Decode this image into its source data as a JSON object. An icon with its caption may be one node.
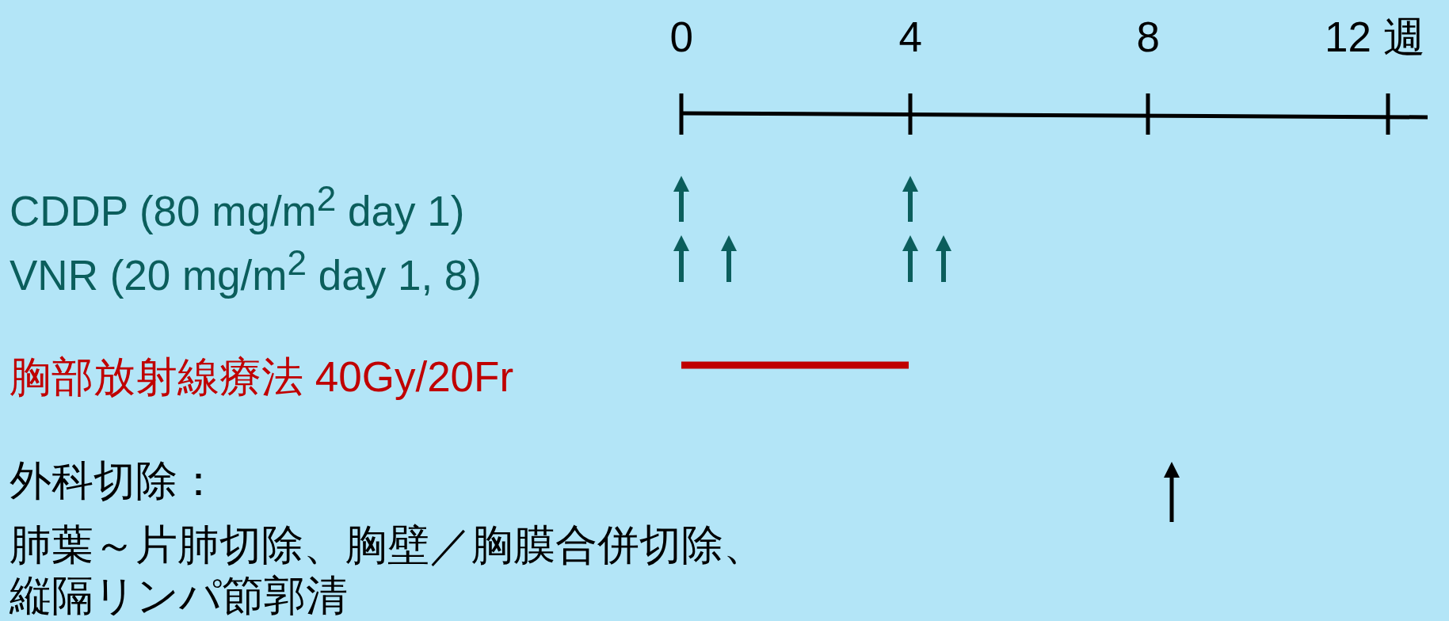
{
  "diagram": {
    "labels": [
      "0",
      "4",
      "8",
      "12 週",
      "CDDP (80 mg/m$^{2}$ day 1)",
      "VNR (20 mg/m$^{2}$ day 1, 8)",
      "胸部放射線療法 40Gy/20Fr",
      "外科切除：",
      "肺葉～片肺切除、胸壁／胸膜合併切除、縦隔リンパ節郭清"
    ]
  }
}
